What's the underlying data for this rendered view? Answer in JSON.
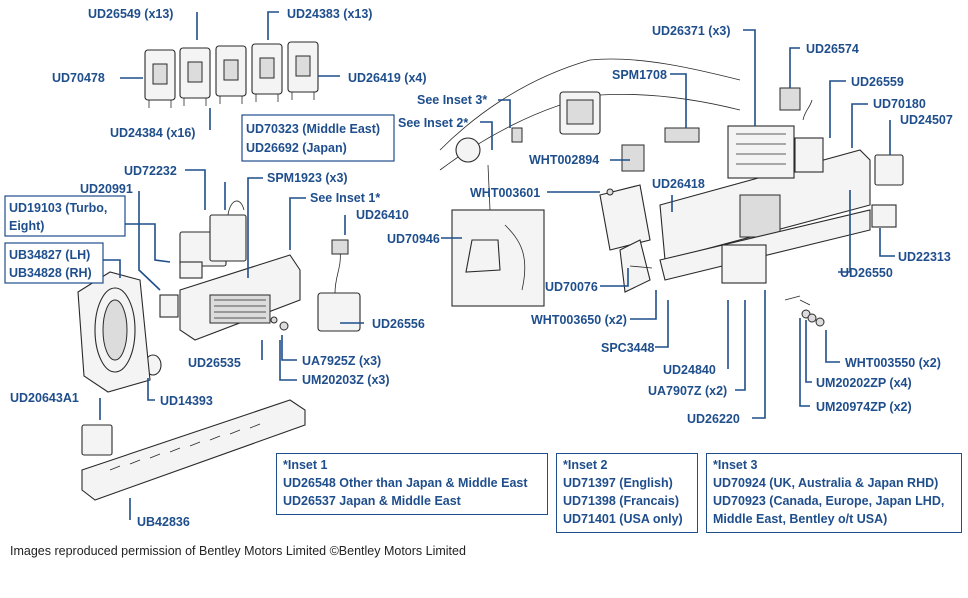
{
  "labels": {
    "ud26549": "UD26549 (x13)",
    "ud24383": "UD24383 (x13)",
    "ud70478": "UD70478",
    "ud26419": "UD26419 (x4)",
    "ud24384": "UD24384 (x16)",
    "ud70323": "UD70323 (Middle East)",
    "ud26692": "UD26692 (Japan)",
    "ud72232": "UD72232",
    "spm1923": "SPM1923 (x3)",
    "ud20991": "UD20991",
    "see_inset1": "See Inset 1*",
    "ud19103_a": "UD19103 (Turbo,",
    "ud19103_b": "Eight)",
    "ud26410": "UD26410",
    "ub34827": "UB34827 (LH)",
    "ub34828": "UB34828 (RH)",
    "ud26556": "UD26556",
    "ua7925z": "UA7925Z (x3)",
    "ud26535": "UD26535",
    "um20203z": "UM20203Z (x3)",
    "ud20643a1": "UD20643A1",
    "ud14393": "UD14393",
    "ub42836": "UB42836",
    "see_inset3": "See Inset 3*",
    "see_inset2": "See Inset 2*",
    "ud70946": "UD70946",
    "ud26371": "UD26371 (x3)",
    "spm1708": "SPM1708",
    "ud26574": "UD26574",
    "ud26559": "UD26559",
    "ud70180": "UD70180",
    "ud24507": "UD24507",
    "wht002894": "WHT002894",
    "wht003601": "WHT003601",
    "ud26418": "UD26418",
    "ud22313": "UD22313",
    "ud26550": "UD26550",
    "ud70076": "UD70076",
    "wht003650": "WHT003650 (x2)",
    "spc3448": "SPC3448",
    "ud24840": "UD24840",
    "wht003550": "WHT003550 (x2)",
    "ua7907z": "UA7907Z (x2)",
    "um20202zp": "UM20202ZP (x4)",
    "um20974zp": "UM20974ZP (x2)",
    "ud26220": "UD26220"
  },
  "insets": {
    "inset1": {
      "title": "*Inset 1",
      "line1": "UD26548 Other than Japan & Middle East",
      "line2": "UD26537 Japan & Middle East"
    },
    "inset2": {
      "title": "*Inset 2",
      "line1": "UD71397 (English)",
      "line2": "UD71398 (Francais)",
      "line3": "UD71401 (USA only)"
    },
    "inset3": {
      "title": "*Inset 3",
      "line1": "UD70924 (UK, Australia & Japan RHD)",
      "line2": "UD70923 (Canada, Europe, Japan LHD,",
      "line3": "Middle East, Bentley o/t USA)"
    }
  },
  "credit": "Images reproduced permission of Bentley Motors Limited ©Bentley Motors Limited",
  "colors": {
    "label": "#1f4e8c",
    "line_art": "#2a2a2a",
    "background": "#ffffff"
  }
}
